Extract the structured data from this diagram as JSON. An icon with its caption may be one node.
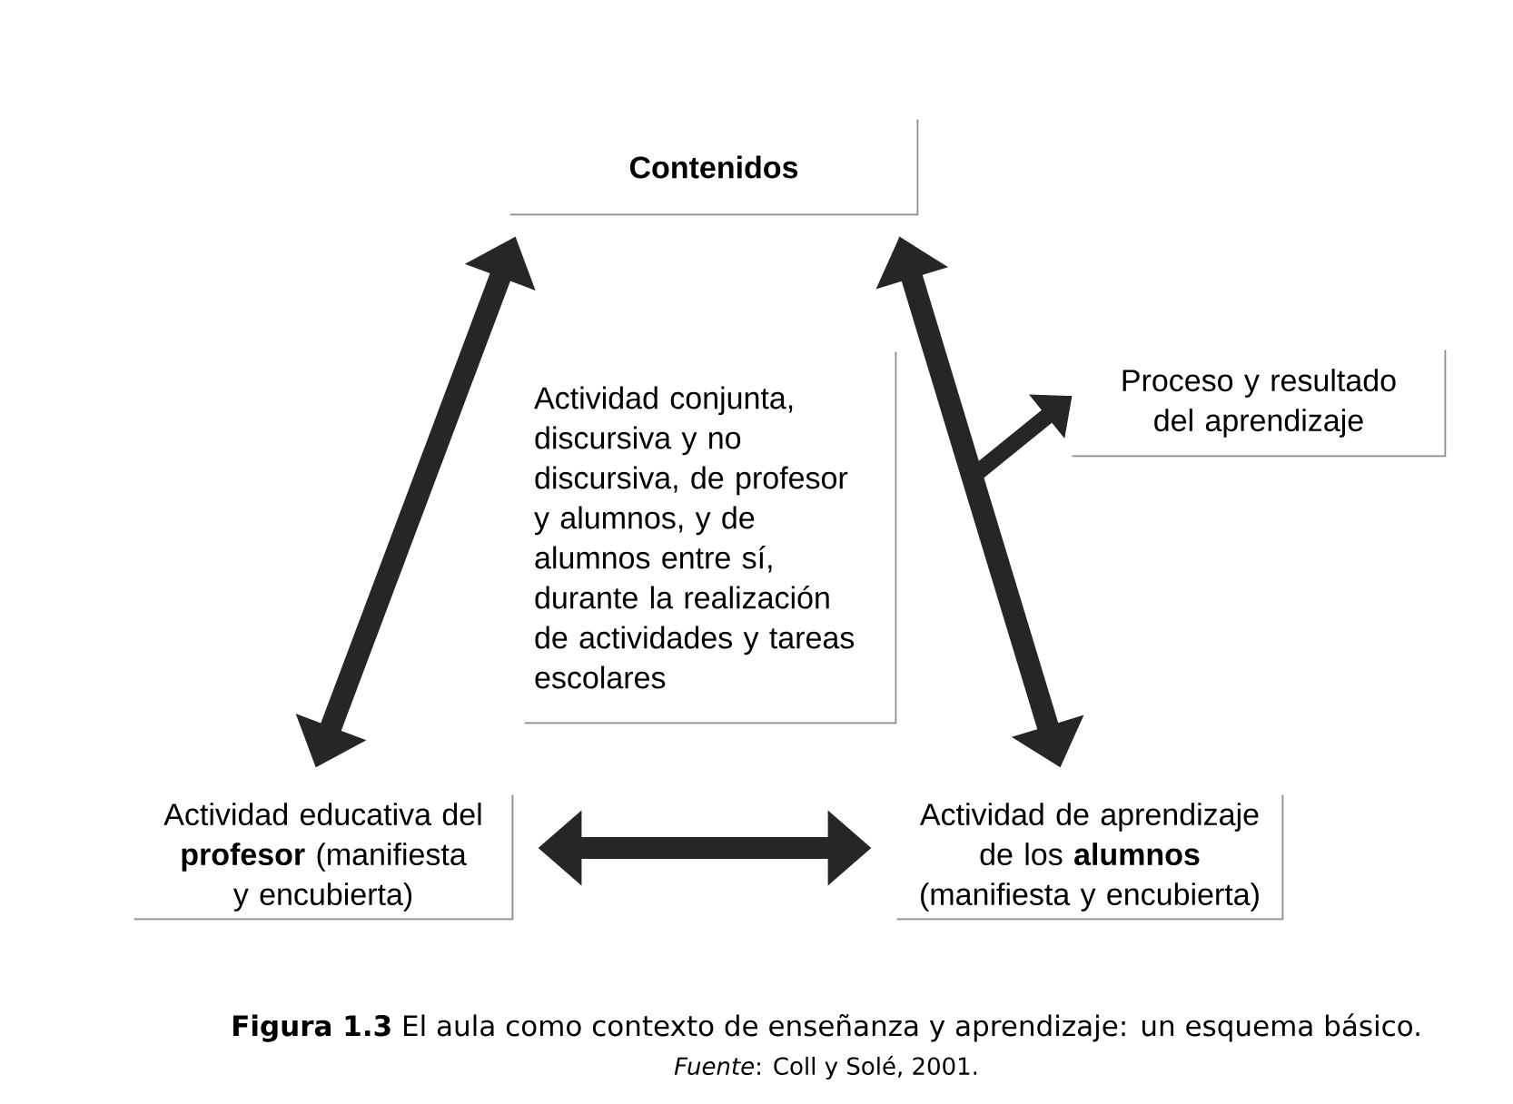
{
  "diagram": {
    "caption": "**Figura 1.3** El aula como contexto de enseñanza y aprendizaje: un esquema básico.",
    "nodes": [
      {
        "text": [
          "Contenidos"
        ]
      },
      {
        "text": [
          "Actividad conjunta, discursiva y no discursiva, de profesor y alumnos, y de alumnos entre sí, durante la realización de actividades y tareas escolares"
        ]
      },
      {
        "text": [
          "Proceso y resultado del aprendizaje"
        ]
      },
      {
        "text": [
          "Actividad educativa del **profesor** (manifiesta y encubierta)"
        ]
      },
      {
        "text": [
          "Actividad de aprendizaje de los **alumnos** (manifiesta y encubierta)"
        ]
      }
    ],
    "edges": [
      {
        "from": 0,
        "to": 3,
        "arrow": "both"
      },
      {
        "from": 0,
        "to": 4,
        "arrow": "both"
      },
      {
        "from": 3,
        "to": 4,
        "arrow": "both"
      },
      {
        "from": null,
        "to": 2,
        "arrow": "to"
      }
    ],
    "labels": [
      "*Fuente*: Coll y Solé, 2001."
    ]
  }
}
